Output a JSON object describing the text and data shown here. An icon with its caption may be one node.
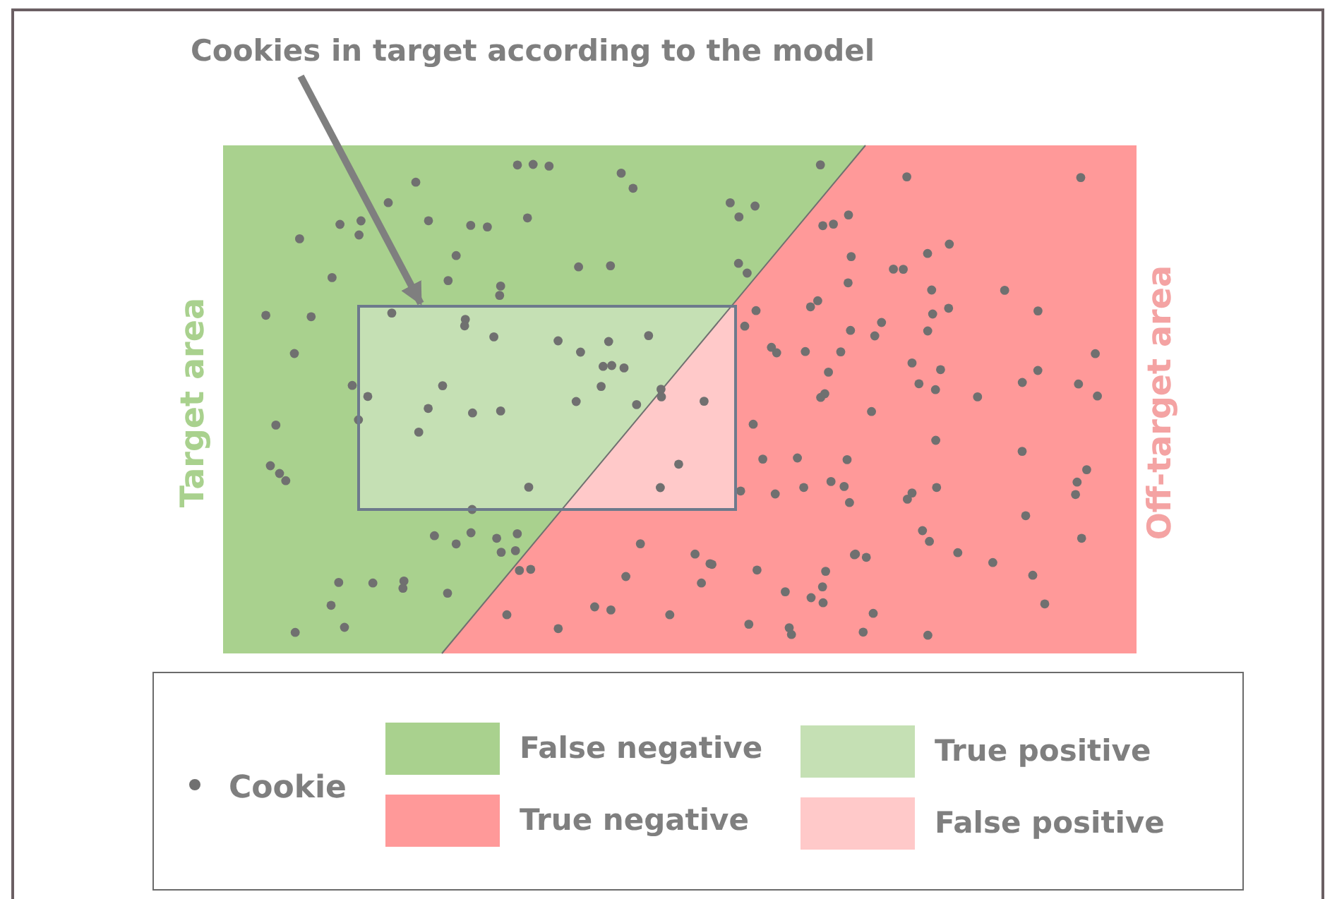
{
  "diagram": {
    "nodes": [
      {
        "text": [
          "Cookies in target according to the model"
        ]
      },
      {
        "text": [],
        "shape": "box"
      }
    ],
    "edges": [
      {
        "from": 0,
        "to": 1,
        "arrow": "to"
      }
    ],
    "labels": [
      "Target area",
      "Off-target area"
    ],
    "legend": [
      {
        "text": "Cookie"
      },
      {
        "text": "False negative",
        "color": "#a9d18e"
      },
      {
        "text": "True negative",
        "color": "#ff9999"
      },
      {
        "text": "True positive",
        "color": "#c5e0b4"
      },
      {
        "text": "False positive",
        "color": "#ffc9c9"
      }
    ]
  }
}
